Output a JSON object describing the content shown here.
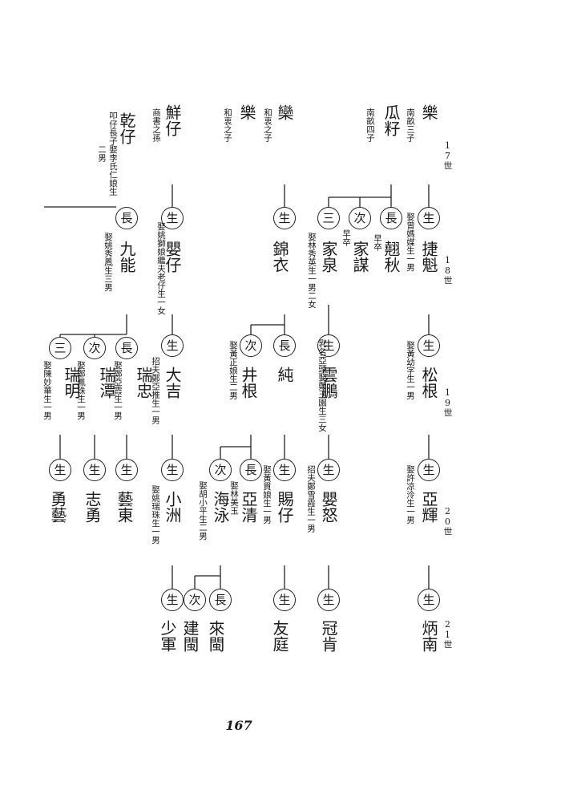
{
  "generations": [
    "17世",
    "18世",
    "19世",
    "20世",
    "21世"
  ],
  "page_number": "167",
  "cols": {
    "c1": {
      "g17": {
        "name": "樂",
        "note": "南畝三子"
      },
      "g18": {
        "mark": "生",
        "name": "捷魁",
        "note": "娶曾媽媒生一男"
      },
      "g19": {
        "mark": "生",
        "name": "松根",
        "note": "娶黃幼字生一男"
      },
      "g20": {
        "mark": "生",
        "name": "亞輝",
        "note": "娶許凉泠生一男"
      },
      "g21": {
        "mark": "生",
        "name": "炳南"
      }
    },
    "c2": {
      "g17": {
        "name": "瓜籽",
        "note": "南畝四子"
      },
      "g18_long": {
        "mark": "長",
        "name": "翹秋",
        "tag": "早卒"
      },
      "g18_second": {
        "mark": "次",
        "name": "家謀",
        "tag": "早卒"
      },
      "g18_third": {
        "mark": "三",
        "name": "家泉",
        "note": "娶林秀英生一男二女"
      },
      "g19": {
        "mark": "生",
        "name": "雲鵬",
        "note": "乳名亞頭娶鄭玉園生三女"
      },
      "g20": {
        "mark": "生",
        "name": "嬰怒",
        "note": "招夫鄭雪霞生一男"
      },
      "g21": {
        "mark": "生",
        "name": "冠肯"
      }
    },
    "c3": {
      "g17": {
        "name": "欒",
        "note": "和衷之子"
      },
      "g18": {
        "mark": "生",
        "name": "錦衣"
      },
      "g19_long": {
        "mark": "長",
        "name": "純"
      },
      "g19_second": {
        "mark": "次",
        "name": "井根",
        "note": "娶黃正娘生二男"
      },
      "g20_a": {
        "mark": "生",
        "name": "賜仔",
        "note": "娶黃貫娘生一男"
      },
      "g20_long": {
        "mark": "長",
        "name": "亞清",
        "note": "娶林美玉"
      },
      "g20_second": {
        "mark": "次",
        "name": "海泳",
        "note": "娶胡小平生二男"
      },
      "g21_a": {
        "mark": "生",
        "name": "友庭"
      },
      "g21_long": {
        "mark": "長",
        "name": "來閩"
      },
      "g21_second": {
        "mark": "次",
        "name": "建閩"
      }
    },
    "c4": {
      "g17": {
        "name": "樂",
        "note": "和衷之子"
      }
    },
    "c5": {
      "g17": {
        "name": "鮮仔",
        "note": "商書之孫"
      },
      "g18": {
        "mark": "生",
        "name": "嬰仔",
        "note": "娶姚獅娘繼夫老仔生一女"
      },
      "g19": {
        "mark": "生",
        "name": "大吉",
        "note": "招夫鄭亞推生一男"
      },
      "g20": {
        "mark": "生",
        "name": "小洲",
        "note": "娶姚瑞珠生一男"
      },
      "g21": {
        "mark": "生",
        "name": "少軍"
      }
    },
    "c6": {
      "g17": {
        "name": "乾仔",
        "note": "叩仔長子娶李氏仁娘生二男"
      },
      "g18": {
        "mark": "長",
        "name": "九能",
        "note": "娶姚秀鳳生三男"
      },
      "g19_long": {
        "mark": "長",
        "name": "瑞忠",
        "note": "娶鄭亞霞生一男"
      },
      "g19_second": {
        "mark": "次",
        "name": "瑞潭",
        "note": "娶鄭鳳珠生一男"
      },
      "g19_third": {
        "mark": "三",
        "name": "瑞明",
        "note": "娶陳妙華生一男"
      },
      "g20_a": {
        "mark": "生",
        "name": "藝東"
      },
      "g20_b": {
        "mark": "生",
        "name": "志勇"
      },
      "g20_c": {
        "mark": "生",
        "name": "勇藝"
      }
    }
  }
}
